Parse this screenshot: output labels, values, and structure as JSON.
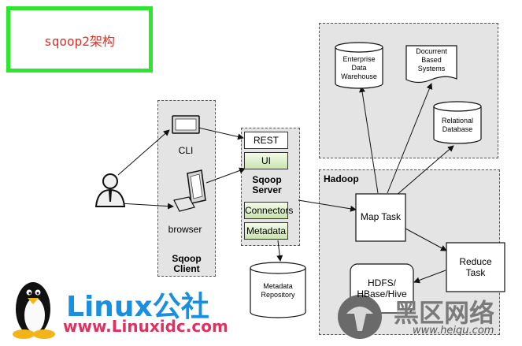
{
  "title": "sqoop2架构",
  "client": {
    "cli_label": "CLI",
    "browser_label": "browser",
    "group_title": "Sqoop Client"
  },
  "server": {
    "rest_label": "REST",
    "ui_label": "UI",
    "group_title": "Sqoop Server",
    "connectors_label": "Connectors",
    "metadata_label": "Metadata"
  },
  "repository": {
    "label": "Metadata Repository"
  },
  "stores": {
    "edw_label": "Enterprise Data Warehouse",
    "docs_label": "Docurrent Based Systems",
    "rdb_label": "Relational Database"
  },
  "hadoop": {
    "group_title": "Hadoop",
    "map_task_label": "Map Task",
    "reduce_task_label": "Reduce Task",
    "hdfs_label": "HDFS/ HBase/Hive"
  },
  "watermark": {
    "linux_brand": "Linux公社",
    "linux_url": "www.Linuxidc.com",
    "heiqu_brand": "黑区网络",
    "heiqu_url": "www.heiqu.com"
  }
}
